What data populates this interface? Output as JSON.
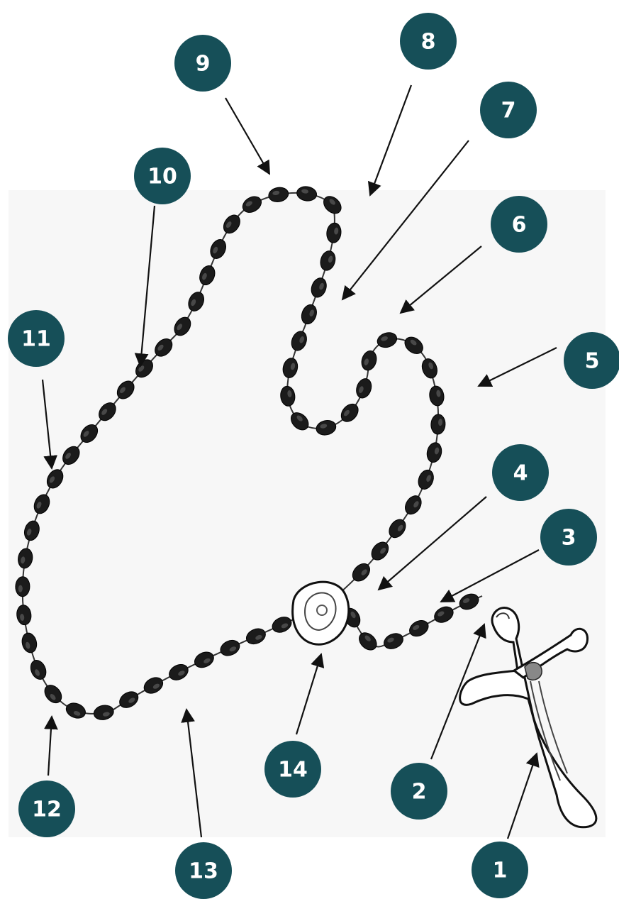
{
  "diagram": {
    "colors": {
      "marker": "#164f58",
      "marker_text": "#ffffff",
      "arrow": "#111111",
      "bead": "#1b1b1b",
      "backdrop": "#f7f7f7"
    },
    "markers": [
      {
        "id": 1,
        "label": "1"
      },
      {
        "id": 2,
        "label": "2"
      },
      {
        "id": 3,
        "label": "3"
      },
      {
        "id": 4,
        "label": "4"
      },
      {
        "id": 5,
        "label": "5"
      },
      {
        "id": 6,
        "label": "6"
      },
      {
        "id": 7,
        "label": "7"
      },
      {
        "id": 8,
        "label": "8"
      },
      {
        "id": 9,
        "label": "9"
      },
      {
        "id": 10,
        "label": "10"
      },
      {
        "id": 11,
        "label": "11"
      },
      {
        "id": 12,
        "label": "12"
      },
      {
        "id": 13,
        "label": "13"
      },
      {
        "id": 14,
        "label": "14"
      }
    ],
    "crucifix_icon": "crucifix-icon",
    "medal_icon": "centerpiece-medal-icon"
  }
}
